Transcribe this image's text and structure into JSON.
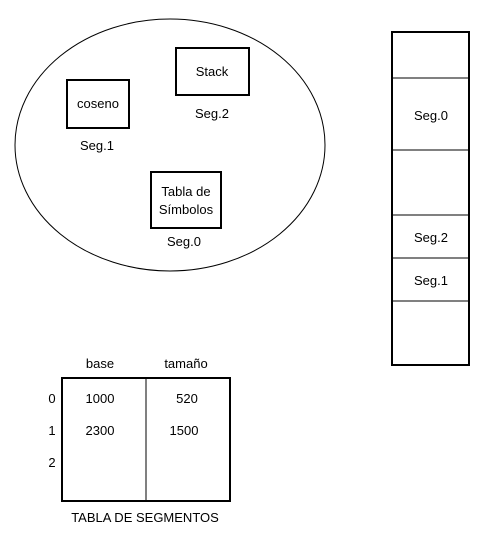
{
  "logical_space": {
    "segments": [
      {
        "box_lines": [
          "coseno"
        ],
        "caption": "Seg.1"
      },
      {
        "box_lines": [
          "Stack"
        ],
        "caption": "Seg.2"
      },
      {
        "box_lines": [
          "Tabla de",
          "Símbolos"
        ],
        "caption": "Seg.0"
      }
    ]
  },
  "memory": {
    "regions": [
      {
        "label": ""
      },
      {
        "label": "Seg.0"
      },
      {
        "label": ""
      },
      {
        "label": "Seg.2"
      },
      {
        "label": "Seg.1"
      },
      {
        "label": ""
      }
    ]
  },
  "segment_table": {
    "headers": [
      "base",
      "tamaño"
    ],
    "rows": [
      {
        "index": "0",
        "base": "1000",
        "size": "520"
      },
      {
        "index": "1",
        "base": "2300",
        "size": "1500"
      },
      {
        "index": "2",
        "base": "",
        "size": ""
      }
    ],
    "caption": "TABLA DE SEGMENTOS"
  }
}
